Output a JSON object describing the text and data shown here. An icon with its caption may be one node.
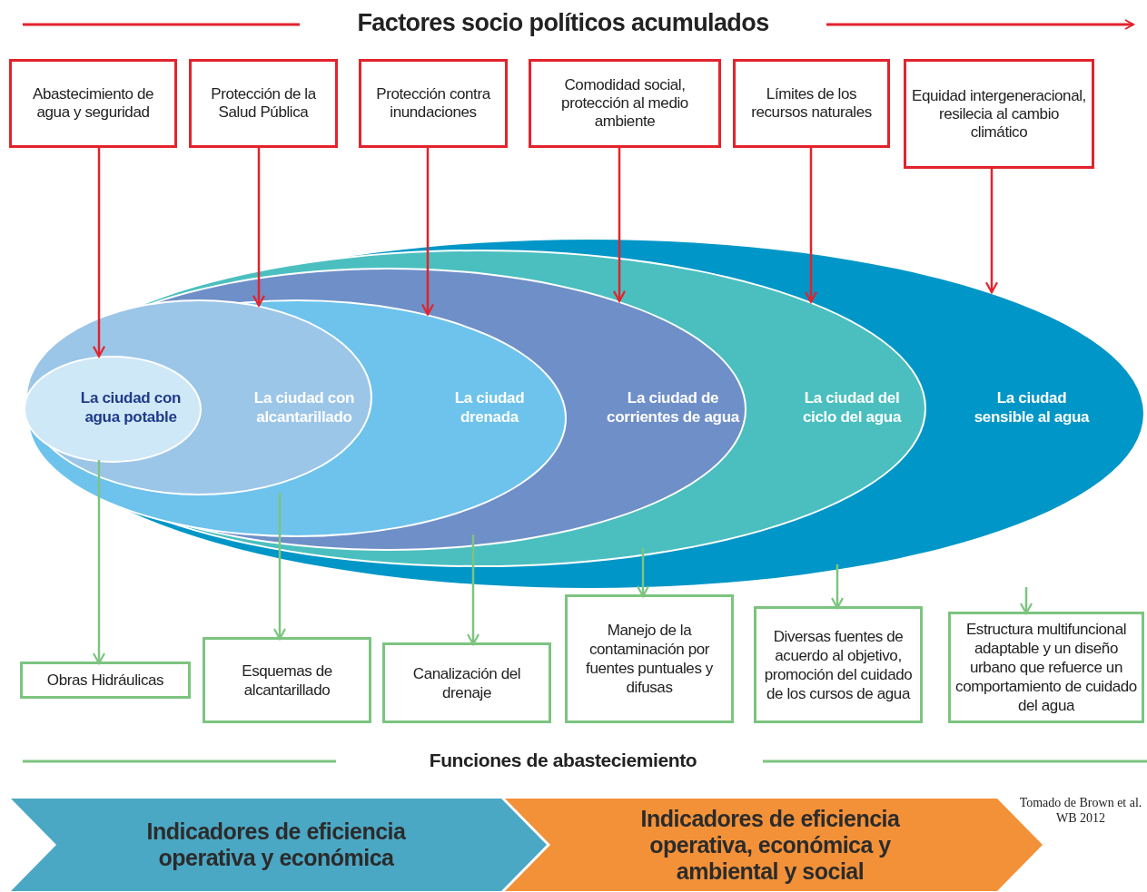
{
  "diagram": {
    "title": "Factores socio políticos acumulados",
    "nodes": [
      {
        "text": [
          "Abastecimiento de agua y seguridad"
        ]
      },
      {
        "text": [
          "Protección de la Salud Pública"
        ]
      },
      {
        "text": [
          "Protección contra inundaciones"
        ]
      },
      {
        "text": [
          "Comodidad social, protección al medio ambiente"
        ]
      },
      {
        "text": [
          "Límites de los recursos naturales"
        ]
      },
      {
        "text": [
          "Equidad intergeneracional, resilecia al cambio climático"
        ]
      },
      {
        "text": [
          "La ciudad sensible al agua"
        ]
      },
      {
        "text": [
          "La ciudad del ciclo del agua"
        ],
        "in": 6
      },
      {
        "text": [
          "La ciudad de corrientes de agua"
        ],
        "in": 7
      },
      {
        "text": [
          "La ciudad drenada"
        ],
        "in": 8
      },
      {
        "text": [
          "La ciudad con alcantarillado"
        ],
        "in": 9
      },
      {
        "text": [
          "La ciudad con agua potable"
        ],
        "in": 10
      },
      {
        "text": [
          "Obras Hidráulicas"
        ]
      },
      {
        "text": [
          "Esquemas de alcantarillado"
        ]
      },
      {
        "text": [
          "Canalización del drenaje"
        ]
      },
      {
        "text": [
          "Manejo de la contaminación por fuentes puntuales y difusas"
        ]
      },
      {
        "text": [
          "Diversas fuentes de acuerdo al objetivo, promoción del cuidado de los cursos de agua"
        ]
      },
      {
        "text": [
          "Estructura multifuncional adaptable y un diseño urbano que refuerce un comportamiento de cuidado del agua"
        ]
      },
      {
        "text": [
          "Indicadores de eficiencia operativa y económica"
        ]
      },
      {
        "text": [
          "Indicadores de eficiencia operativa, económica y ambiental y social"
        ]
      }
    ],
    "edges": [
      {
        "from": 0,
        "to": 11,
        "arrow": "to"
      },
      {
        "from": 1,
        "to": 10,
        "arrow": "to"
      },
      {
        "from": 2,
        "to": 9,
        "arrow": "to"
      },
      {
        "from": 3,
        "to": 8,
        "arrow": "to"
      },
      {
        "from": 4,
        "to": 7,
        "arrow": "to"
      },
      {
        "from": 5,
        "to": 6,
        "arrow": "to"
      },
      {
        "from": 11,
        "to": 12,
        "arrow": "to",
        "color": "#7cc47f"
      },
      {
        "from": 10,
        "to": 13,
        "arrow": "to",
        "color": "#7cc47f"
      },
      {
        "from": 9,
        "to": 14,
        "arrow": "to",
        "color": "#7cc47f"
      },
      {
        "from": 8,
        "to": 15,
        "arrow": "to",
        "color": "#7cc47f"
      },
      {
        "from": 7,
        "to": 16,
        "arrow": "to",
        "color": "#7cc47f"
      },
      {
        "from": 6,
        "to": 17,
        "arrow": "to",
        "color": "#7cc47f"
      }
    ],
    "labels": [
      "Funciones de abasteciemiento",
      "Tomado de Brown et al. WB 2012"
    ]
  }
}
